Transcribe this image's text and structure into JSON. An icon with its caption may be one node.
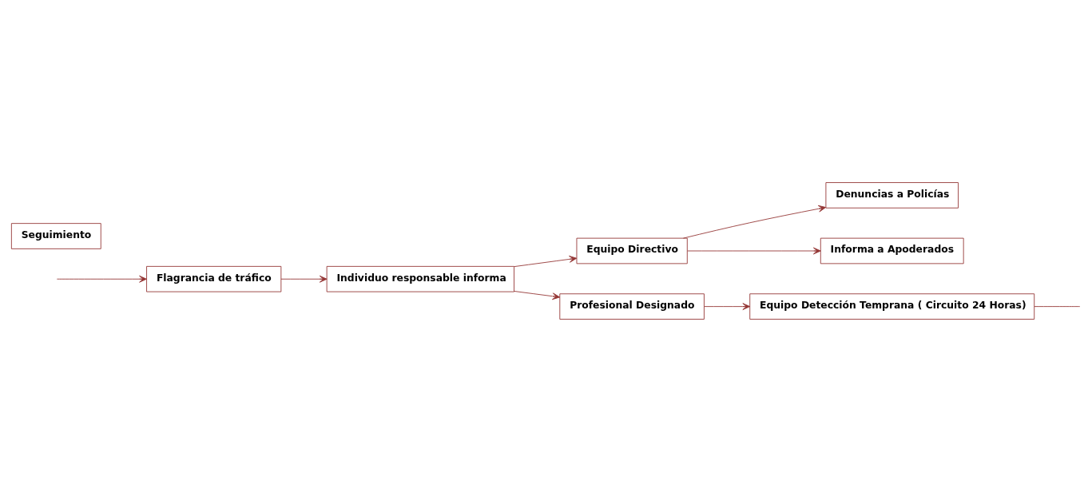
{
  "diagram": {
    "nodes": [
      {
        "text": [
          "Flagrancia de tráfico"
        ]
      },
      {
        "text": [
          "Individuo responsable informa"
        ]
      },
      {
        "text": [
          "Equipo Directivo"
        ]
      },
      {
        "text": [
          "Denuncias a Policías"
        ]
      },
      {
        "text": [
          "Informa a Apoderados"
        ]
      },
      {
        "text": [
          "Profesional Designado"
        ]
      },
      {
        "text": [
          "Equipo Detección Temprana ( Circuito 24 Horas)"
        ]
      },
      {
        "text": [
          "Seguimiento"
        ]
      }
    ],
    "edges": [
      {
        "from": 0,
        "to": 1,
        "arrow": "to"
      },
      {
        "from": 1,
        "to": 2,
        "arrow": "to"
      },
      {
        "from": 1,
        "to": 5,
        "arrow": "to"
      },
      {
        "from": 2,
        "to": 3,
        "arrow": "to"
      },
      {
        "from": 2,
        "to": 4,
        "arrow": "to"
      },
      {
        "from": 5,
        "to": 6,
        "arrow": "to"
      },
      {
        "from": 6,
        "to": null,
        "arrow": "none"
      },
      {
        "from": null,
        "to": 0,
        "arrow": "to"
      }
    ]
  }
}
